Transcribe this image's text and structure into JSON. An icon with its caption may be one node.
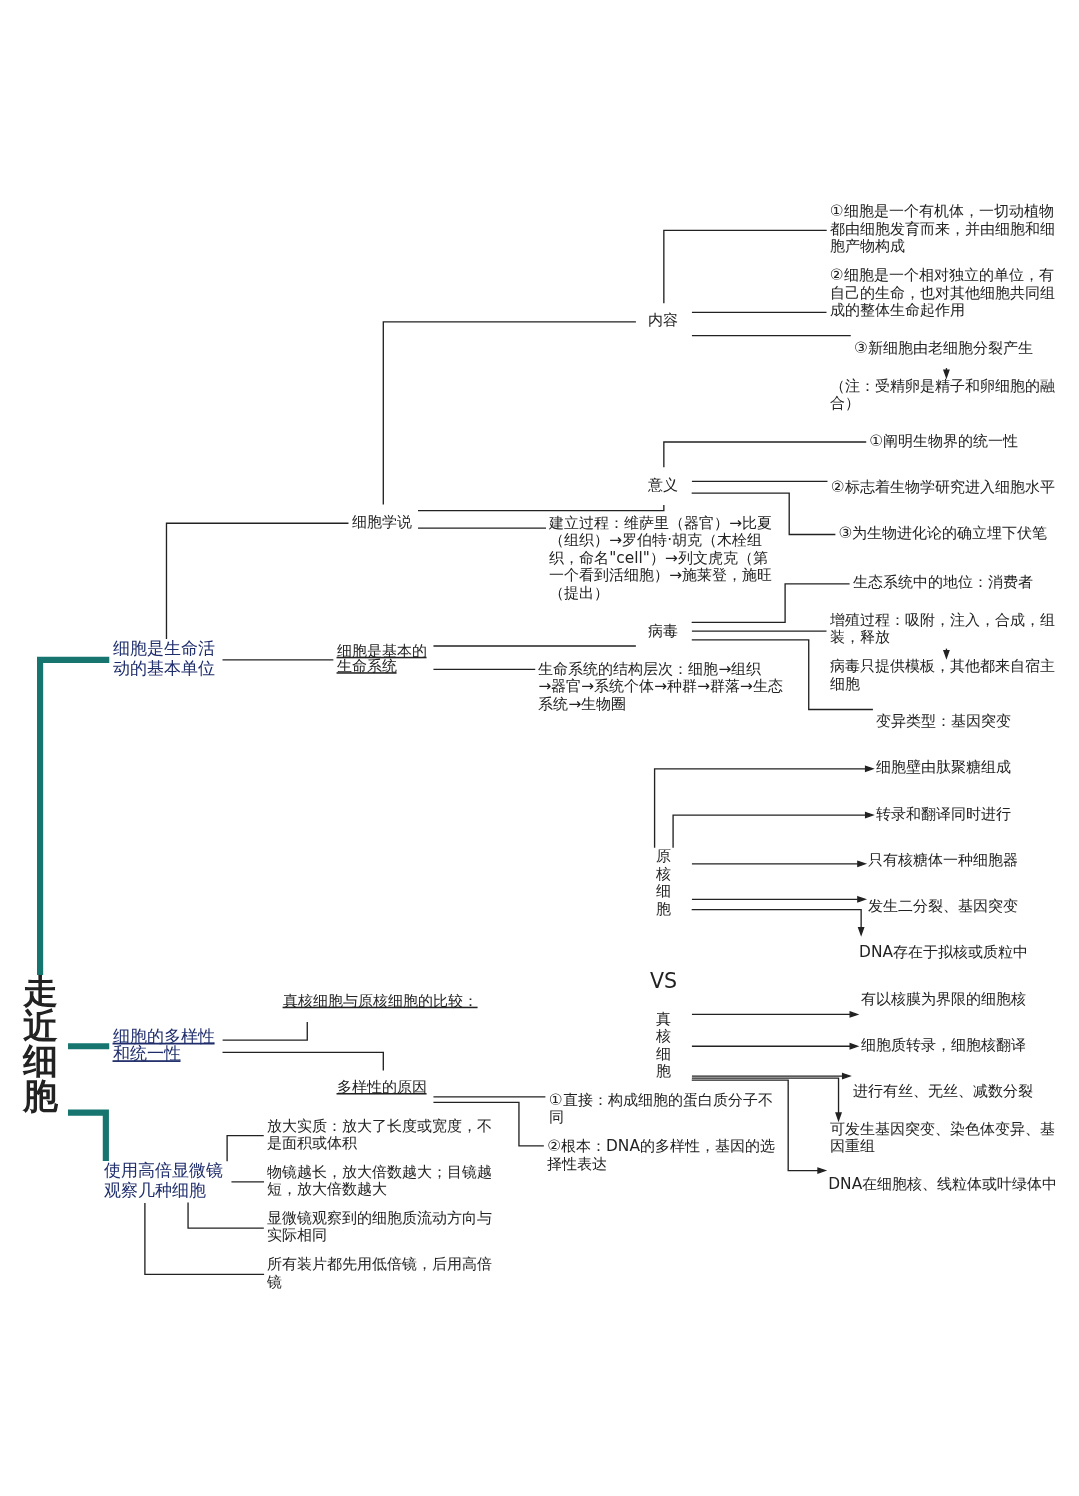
{
  "diagram": {
    "nodes": [
      {
        "text": [
          "走近细胞"
        ]
      },
      {
        "text": [
          "细胞是生命活动的基本单位"
        ]
      },
      {
        "text": [
          "细胞学说"
        ]
      },
      {
        "text": [
          "内容"
        ]
      },
      {
        "text": [
          "①细胞是一个有机体，一切动植物都由细胞发育而来，并由细胞和细胞产物构成"
        ]
      },
      {
        "text": [
          "②细胞是一个相对独立的单位，有自己的生命，也对其他细胞共同组成的整体生命起作用"
        ]
      },
      {
        "text": [
          "③新细胞由老细胞分裂产生"
        ]
      },
      {
        "text": [
          "（注：受精卵是精子和卵细胞的融合）"
        ]
      },
      {
        "text": [
          "意义"
        ]
      },
      {
        "text": [
          "①阐明生物界的统一性"
        ]
      },
      {
        "text": [
          "②标志着生物学研究进入细胞水平"
        ]
      },
      {
        "text": [
          "③为生物进化论的确立埋下伏笔"
        ]
      },
      {
        "text": [
          "建立过程：维萨里（器官）→比夏（组织）→罗伯特·胡克（木栓组织，命名\"cell\"）→列文虎克（第一个看到活细胞）→施莱登，施旺（提出）"
        ]
      },
      {
        "text": [
          "细胞是基本的生命系统"
        ]
      },
      {
        "text": [
          "病毒"
        ]
      },
      {
        "text": [
          "生态系统中的地位：消费者"
        ]
      },
      {
        "text": [
          "增殖过程：吸附，注入，合成，组装，释放"
        ]
      },
      {
        "text": [
          "病毒只提供模板，其他都来自宿主细胞"
        ]
      },
      {
        "text": [
          "变异类型：基因突变"
        ]
      },
      {
        "text": [
          "生命系统的结构层次：细胞→组织→器官→系统个体→种群→群落→生态系统→生物圈"
        ]
      },
      {
        "text": [
          "细胞的多样性和统一性"
        ]
      },
      {
        "text": [
          "真核细胞与原核细胞的比较："
        ]
      },
      {
        "text": [
          "细胞壁由肽聚糖组成"
        ]
      },
      {
        "text": [
          "转录和翻译同时进行"
        ]
      },
      {
        "text": [
          "只有核糖体一种细胞器"
        ]
      },
      {
        "text": [
          "发生二分裂、基因突变"
        ]
      },
      {
        "text": [
          "DNA存在于拟核或质粒中"
        ]
      },
      {
        "text": [
          "原核细胞"
        ]
      },
      {
        "text": [
          "真核细胞"
        ]
      },
      {
        "text": [
          "有以核膜为界限的细胞核"
        ]
      },
      {
        "text": [
          "细胞质转录，细胞核翻译"
        ]
      },
      {
        "text": [
          "进行有丝、无丝、减数分裂"
        ]
      },
      {
        "text": [
          "可发生基因突变、染色体变异、基因重组"
        ]
      },
      {
        "text": [
          "DNA在细胞核、线粒体或叶绿体中"
        ]
      },
      {
        "text": [
          "多样性的原因"
        ]
      },
      {
        "text": [
          "①直接：构成细胞的蛋白质分子不同"
        ]
      },
      {
        "text": [
          "②根本：DNA的多样性，基因的选择性表达"
        ]
      },
      {
        "text": [
          "使用高倍显微镜观察几种细胞"
        ]
      },
      {
        "text": [
          "放大实质：放大了长度或宽度，不是面积或体积"
        ]
      },
      {
        "text": [
          "物镜越长，放大倍数越大；目镜越短，放大倍数越大"
        ]
      },
      {
        "text": [
          "显微镜观察到的细胞质流动方向与实际相同"
        ]
      },
      {
        "text": [
          "所有装片都先用低倍镜，后用高倍镜"
        ]
      }
    ],
    "edges": [
      {
        "from": 0,
        "to": 1,
        "arrow": "none",
        "style": "thick",
        "color": "#16766f"
      },
      {
        "from": 0,
        "to": 20,
        "arrow": "none",
        "style": "thick",
        "color": "#16766f"
      },
      {
        "from": 0,
        "to": 37,
        "arrow": "none",
        "style": "thick",
        "color": "#16766f"
      },
      {
        "from": 1,
        "to": 2,
        "arrow": "none"
      },
      {
        "from": 1,
        "to": 13,
        "arrow": "none"
      },
      {
        "from": 2,
        "to": 3,
        "arrow": "none"
      },
      {
        "from": 2,
        "to": 8,
        "arrow": "none"
      },
      {
        "from": 2,
        "to": 12,
        "arrow": "none"
      },
      {
        "from": 3,
        "to": 4,
        "arrow": "none"
      },
      {
        "from": 3,
        "to": 5,
        "arrow": "none"
      },
      {
        "from": 3,
        "to": 6,
        "arrow": "none"
      },
      {
        "from": 6,
        "to": 7,
        "arrow": "to"
      },
      {
        "from": 8,
        "to": 9,
        "arrow": "none"
      },
      {
        "from": 8,
        "to": 10,
        "arrow": "none"
      },
      {
        "from": 8,
        "to": 11,
        "arrow": "none"
      },
      {
        "from": 13,
        "to": 14,
        "arrow": "none"
      },
      {
        "from": 13,
        "to": 19,
        "arrow": "none"
      },
      {
        "from": 14,
        "to": 15,
        "arrow": "none"
      },
      {
        "from": 14,
        "to": 16,
        "arrow": "none"
      },
      {
        "from": 14,
        "to": 18,
        "arrow": "none"
      },
      {
        "from": 16,
        "to": 17,
        "arrow": "to"
      },
      {
        "from": 20,
        "to": 21,
        "arrow": "none"
      },
      {
        "from": 20,
        "to": 34,
        "arrow": "none"
      },
      {
        "from": 27,
        "to": 22,
        "arrow": "to"
      },
      {
        "from": 27,
        "to": 23,
        "arrow": "to"
      },
      {
        "from": 27,
        "to": 24,
        "arrow": "to"
      },
      {
        "from": 27,
        "to": 25,
        "arrow": "to"
      },
      {
        "from": 27,
        "to": 26,
        "arrow": "to"
      },
      {
        "from": 28,
        "to": 29,
        "arrow": "to"
      },
      {
        "from": 28,
        "to": 30,
        "arrow": "to"
      },
      {
        "from": 28,
        "to": 31,
        "arrow": "to"
      },
      {
        "from": 28,
        "to": 32,
        "arrow": "to"
      },
      {
        "from": 28,
        "to": 33,
        "arrow": "to"
      },
      {
        "from": 34,
        "to": 35,
        "arrow": "none"
      },
      {
        "from": 34,
        "to": 36,
        "arrow": "none"
      },
      {
        "from": 37,
        "to": 38,
        "arrow": "none"
      },
      {
        "from": 37,
        "to": 39,
        "arrow": "none"
      },
      {
        "from": 37,
        "to": 40,
        "arrow": "none"
      },
      {
        "from": 37,
        "to": 41,
        "arrow": "none"
      }
    ],
    "labels": [
      "VS"
    ]
  }
}
